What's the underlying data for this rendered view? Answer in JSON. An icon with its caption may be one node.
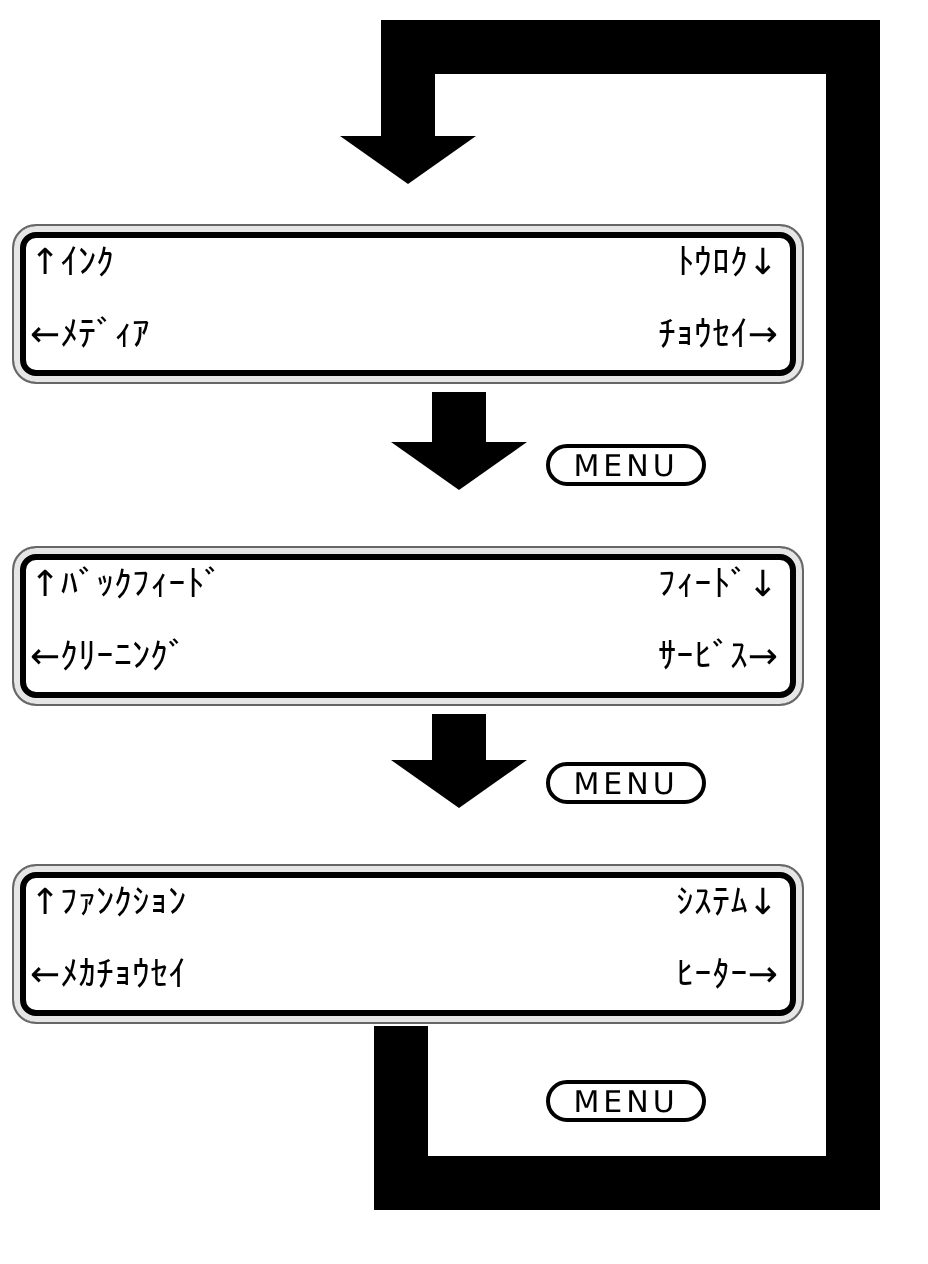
{
  "diagram": {
    "nodes": [
      {
        "text": [
          "↑ｲﾝｸ",
          "ﾄｳﾛｸ↓",
          "←ﾒﾃﾞｨｱ",
          "ﾁｮｳｾｲ→"
        ]
      },
      {
        "text": [
          "MENU"
        ]
      },
      {
        "text": [
          "↑ﾊﾞｯｸﾌｨｰﾄﾞ",
          "ﾌｨｰﾄﾞ↓",
          "←ｸﾘｰﾆﾝｸﾞ",
          "ｻｰﾋﾞｽ→"
        ]
      },
      {
        "text": [
          "MENU"
        ]
      },
      {
        "text": [
          "↑ﾌｧﾝｸｼｮﾝ",
          "ｼｽﾃﾑ↓",
          "←ﾒｶﾁｮｳｾｲ",
          "ﾋｰﾀｰ→"
        ]
      },
      {
        "text": [
          "MENU"
        ]
      }
    ],
    "edges": [
      {
        "from": 0,
        "to": 2,
        "arrow": "to"
      },
      {
        "from": 2,
        "to": 4,
        "arrow": "to"
      },
      {
        "from": 4,
        "to": 0,
        "arrow": "to"
      }
    ]
  }
}
